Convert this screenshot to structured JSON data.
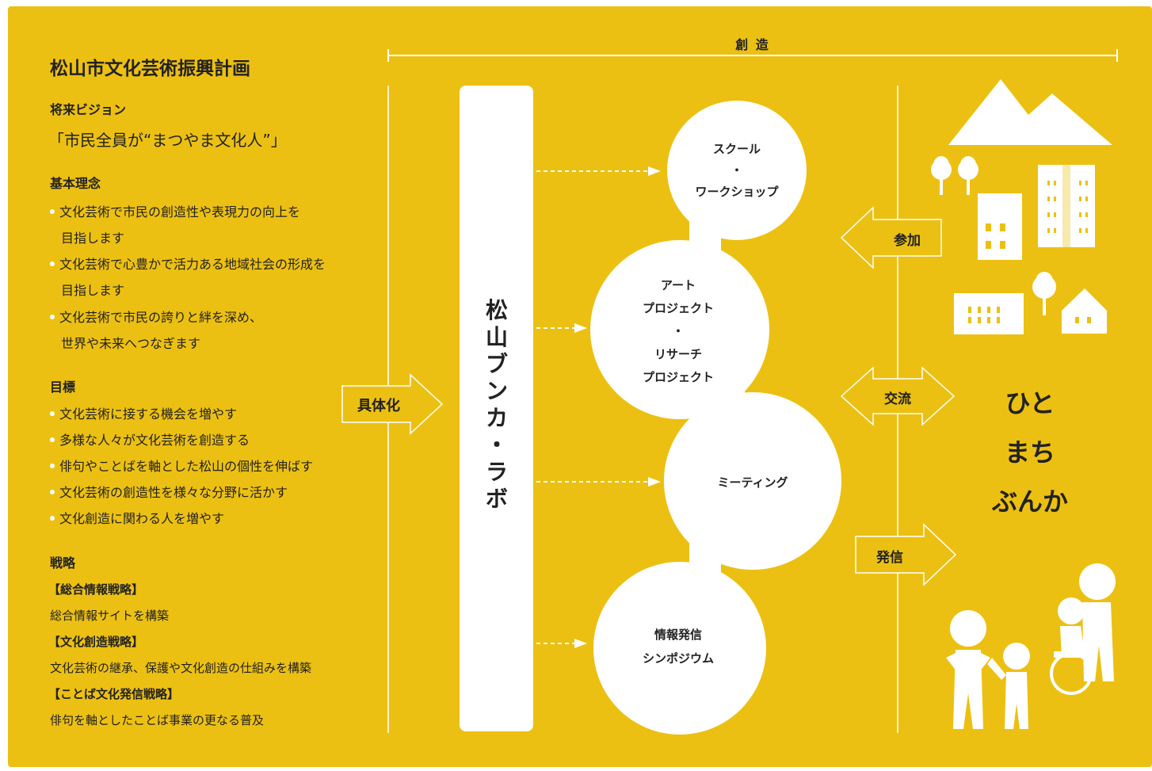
{
  "sozo_label": "創 造",
  "left": {
    "title": "松山市文化芸術振興計画",
    "vision_heading": "将来ビジョン",
    "vision_text": "「市民全員が“まつやま文化人”」",
    "philosophy_heading": "基本理念",
    "philosophy_items": [
      [
        "文化芸術で市民の創造性や表現力の向上を",
        "目指します"
      ],
      [
        "文化芸術で心豊かで活力ある地域社会の形成を",
        "目指します"
      ],
      [
        "文化芸術で市民の誇りと絆を深め、",
        "世界や未来へつなぎます"
      ]
    ],
    "goals_heading": "目標",
    "goals_items": [
      "文化芸術に接する機会を増やす",
      "多様な人々が文化芸術を創造する",
      "俳句やことばを軸とした松山の個性を伸ばす",
      "文化芸術の創造性を様々な分野に活かす",
      "文化創造に関わる人を増やす"
    ],
    "strategy_heading": "戦略",
    "strategies": [
      {
        "name": "【総合情報戦略】",
        "desc": "総合情報サイトを構築"
      },
      {
        "name": "【文化創造戦略】",
        "desc": "文化芸術の継承、保護や文化創造の仕組みを構築"
      },
      {
        "name": "【ことば文化発信戦略】",
        "desc": "俳句を軸としたことば事業の更なる普及"
      }
    ]
  },
  "gutaika_label": "具体化",
  "lab_title": [
    "松",
    "山",
    "ブ",
    "ン",
    "カ",
    "・",
    "ラ",
    "ボ"
  ],
  "activities": {
    "school": [
      "スクール",
      "・",
      "ワークショップ"
    ],
    "art": [
      "アート",
      "プロジェクト",
      "・",
      "リサーチ",
      "プロジェクト"
    ],
    "meeting": [
      "ミーティング"
    ],
    "info": [
      "情報発信",
      "シンポジウム"
    ]
  },
  "arrows": {
    "sanka": "参加",
    "koryu": "交流",
    "hasshin": "発信"
  },
  "right_text": [
    "ひと",
    "まち",
    "ぶんか"
  ],
  "colors": {
    "background": "#ecc012",
    "white": "#ffffff",
    "text": "#222222"
  }
}
